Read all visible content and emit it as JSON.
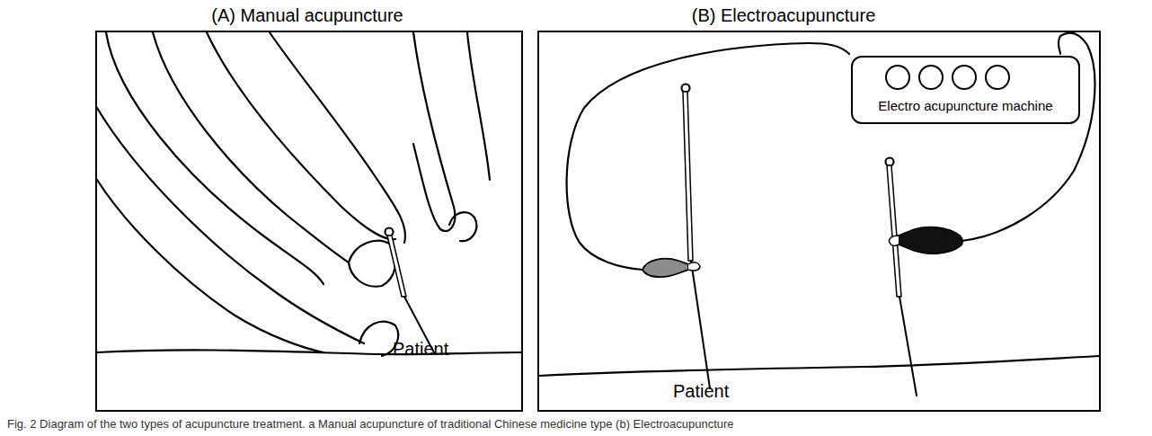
{
  "diagram": {
    "caption": "Fig. 2 Diagram of the two types of acupuncture treatment. a Manual acupuncture of traditional Chinese medicine type (b) Electroacupuncture",
    "nodes": [
      {
        "text": [
          "(A) Manual acupuncture",
          "Patient"
        ]
      },
      {
        "text": [
          "(B) Electroacupuncture",
          "Patient"
        ]
      },
      {
        "text": [
          "Electro acupuncture machine"
        ],
        "in": 1
      }
    ]
  }
}
